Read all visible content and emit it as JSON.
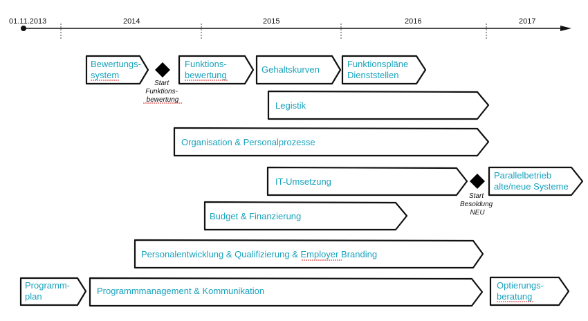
{
  "timeline": {
    "start_label": "01.11.2013",
    "years": [
      "2014",
      "2015",
      "2016",
      "2017"
    ]
  },
  "milestones": [
    {
      "lines": [
        "Start",
        "Funktions-",
        "bewertung"
      ]
    },
    {
      "lines": [
        "Start",
        "Besoldung",
        "NEU"
      ]
    }
  ],
  "workstreams": [
    {
      "lines": [
        "Bewertungs-",
        "system"
      ]
    },
    {
      "lines": [
        "Funktions-",
        "bewertung"
      ]
    },
    {
      "lines": [
        "Gehaltskurven"
      ]
    },
    {
      "lines": [
        "Funktionspläne",
        "Dienststellen"
      ]
    },
    {
      "lines": [
        "Legistik"
      ]
    },
    {
      "lines": [
        "Organisation & Personalprozesse"
      ]
    },
    {
      "lines": [
        "IT-Umsetzung"
      ]
    },
    {
      "lines": [
        "Parallelbetrieb",
        "alte/neue Systeme"
      ]
    },
    {
      "lines": [
        "Budget & Finanzierung"
      ]
    },
    {
      "lines": [
        "Personalentwicklung & Qualifizierung & Employer Branding"
      ]
    },
    {
      "lines": [
        "Programm-",
        "plan"
      ]
    },
    {
      "lines": [
        "Programmmanagement & Kommunikation"
      ]
    },
    {
      "lines": [
        "Optierungs-",
        "beratung"
      ]
    }
  ],
  "colors": {
    "text_accent": "#17a2bd",
    "outline": "#111111"
  }
}
